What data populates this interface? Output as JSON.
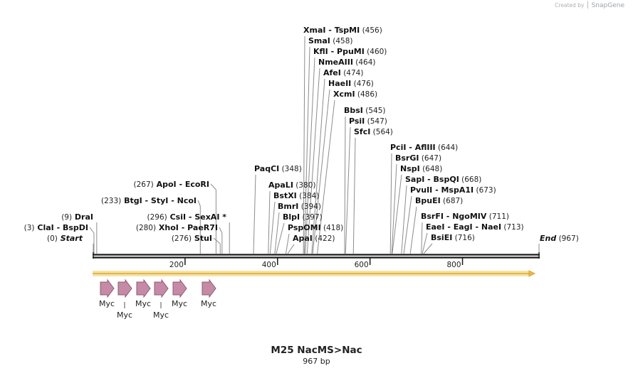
{
  "credit": {
    "prefix": "Created by",
    "brand": "SnapGene"
  },
  "construct": {
    "name": "M25 NacMS>Nac",
    "length_label": "967 bp",
    "length": 967
  },
  "backbone": {
    "start_label": "Start",
    "start_pos": "(0)",
    "end_label": "End",
    "end_pos": "(967)"
  },
  "ruler_ticks": [
    "200",
    "400",
    "600",
    "800"
  ],
  "sites": [
    {
      "names": [
        "ClaI",
        "BspDI"
      ],
      "pos": 3,
      "pos_label": "(3)",
      "side": "left"
    },
    {
      "names": [
        "DraI"
      ],
      "pos": 9,
      "pos_label": "(9)",
      "side": "left"
    },
    {
      "names": [
        "BtgI",
        "StyI",
        "NcoI"
      ],
      "pos": 233,
      "pos_label": "(233)",
      "side": "left"
    },
    {
      "names": [
        "ApoI",
        "EcoRI"
      ],
      "pos": 267,
      "pos_label": "(267)",
      "side": "left"
    },
    {
      "names": [
        "StuI"
      ],
      "pos": 276,
      "pos_label": "(276)",
      "side": "left"
    },
    {
      "names": [
        "XhoI",
        "PaeR7I"
      ],
      "pos": 280,
      "pos_label": "(280)",
      "side": "left"
    },
    {
      "names": [
        "CsiI",
        "SexAI *"
      ],
      "pos": 296,
      "pos_label": "(296)",
      "side": "left"
    },
    {
      "names": [
        "PaqCI"
      ],
      "pos": 348,
      "pos_label": "(348)",
      "side": "right"
    },
    {
      "names": [
        "ApaLI"
      ],
      "pos": 380,
      "pos_label": "(380)",
      "side": "right"
    },
    {
      "names": [
        "BstXI"
      ],
      "pos": 384,
      "pos_label": "(384)",
      "side": "right"
    },
    {
      "names": [
        "BmrI"
      ],
      "pos": 394,
      "pos_label": "(394)",
      "side": "right"
    },
    {
      "names": [
        "BlpI"
      ],
      "pos": 397,
      "pos_label": "(397)",
      "side": "right"
    },
    {
      "names": [
        "PspOMI"
      ],
      "pos": 418,
      "pos_label": "(418)",
      "side": "right"
    },
    {
      "names": [
        "ApaI"
      ],
      "pos": 422,
      "pos_label": "(422)",
      "side": "right"
    },
    {
      "names": [
        "XmaI",
        "TspMI"
      ],
      "pos": 456,
      "pos_label": "(456)",
      "side": "right"
    },
    {
      "names": [
        "SmaI"
      ],
      "pos": 458,
      "pos_label": "(458)",
      "side": "right"
    },
    {
      "names": [
        "KflI",
        "PpuMI"
      ],
      "pos": 460,
      "pos_label": "(460)",
      "side": "right"
    },
    {
      "names": [
        "NmeAIII"
      ],
      "pos": 464,
      "pos_label": "(464)",
      "side": "right"
    },
    {
      "names": [
        "AfeI"
      ],
      "pos": 474,
      "pos_label": "(474)",
      "side": "right"
    },
    {
      "names": [
        "HaeII"
      ],
      "pos": 476,
      "pos_label": "(476)",
      "side": "right"
    },
    {
      "names": [
        "XcmI"
      ],
      "pos": 486,
      "pos_label": "(486)",
      "side": "right"
    },
    {
      "names": [
        "BbsI"
      ],
      "pos": 545,
      "pos_label": "(545)",
      "side": "right"
    },
    {
      "names": [
        "PsiI"
      ],
      "pos": 547,
      "pos_label": "(547)",
      "side": "right"
    },
    {
      "names": [
        "SfcI"
      ],
      "pos": 564,
      "pos_label": "(564)",
      "side": "right"
    },
    {
      "names": [
        "PciI",
        "AflIII"
      ],
      "pos": 644,
      "pos_label": "(644)",
      "side": "right"
    },
    {
      "names": [
        "BsrGI"
      ],
      "pos": 647,
      "pos_label": "(647)",
      "side": "right"
    },
    {
      "names": [
        "NspI"
      ],
      "pos": 648,
      "pos_label": "(648)",
      "side": "right"
    },
    {
      "names": [
        "SapI",
        "BspQI"
      ],
      "pos": 668,
      "pos_label": "(668)",
      "side": "right"
    },
    {
      "names": [
        "PvuII",
        "MspA1I"
      ],
      "pos": 673,
      "pos_label": "(673)",
      "side": "right"
    },
    {
      "names": [
        "BpuEI"
      ],
      "pos": 687,
      "pos_label": "(687)",
      "side": "right"
    },
    {
      "names": [
        "BsrFI",
        "NgoMIV"
      ],
      "pos": 711,
      "pos_label": "(711)",
      "side": "right"
    },
    {
      "names": [
        "EaeI",
        "EagI",
        "NaeI"
      ],
      "pos": 713,
      "pos_label": "(713)",
      "side": "right"
    },
    {
      "names": [
        "BsiEI"
      ],
      "pos": 716,
      "pos_label": "(716)",
      "side": "right"
    }
  ],
  "features": [
    {
      "label": "Myc",
      "label_row": "upper"
    },
    {
      "label": "Myc",
      "label_row": "lower"
    },
    {
      "label": "Myc",
      "label_row": "upper"
    },
    {
      "label": "Myc",
      "label_row": "lower"
    },
    {
      "label": "Myc",
      "label_row": "upper"
    },
    {
      "label": "Myc",
      "label_row": "upper"
    }
  ],
  "colors": {
    "backbone": "#1a1a1a",
    "orf_fill": "#f6e3a6",
    "orf_edge": "#d9a632",
    "orf_arrow": "#e6b94f",
    "feature_fill": "#c58aa6",
    "feature_edge": "#8e5a73",
    "site_line": "#8c8c8c"
  }
}
